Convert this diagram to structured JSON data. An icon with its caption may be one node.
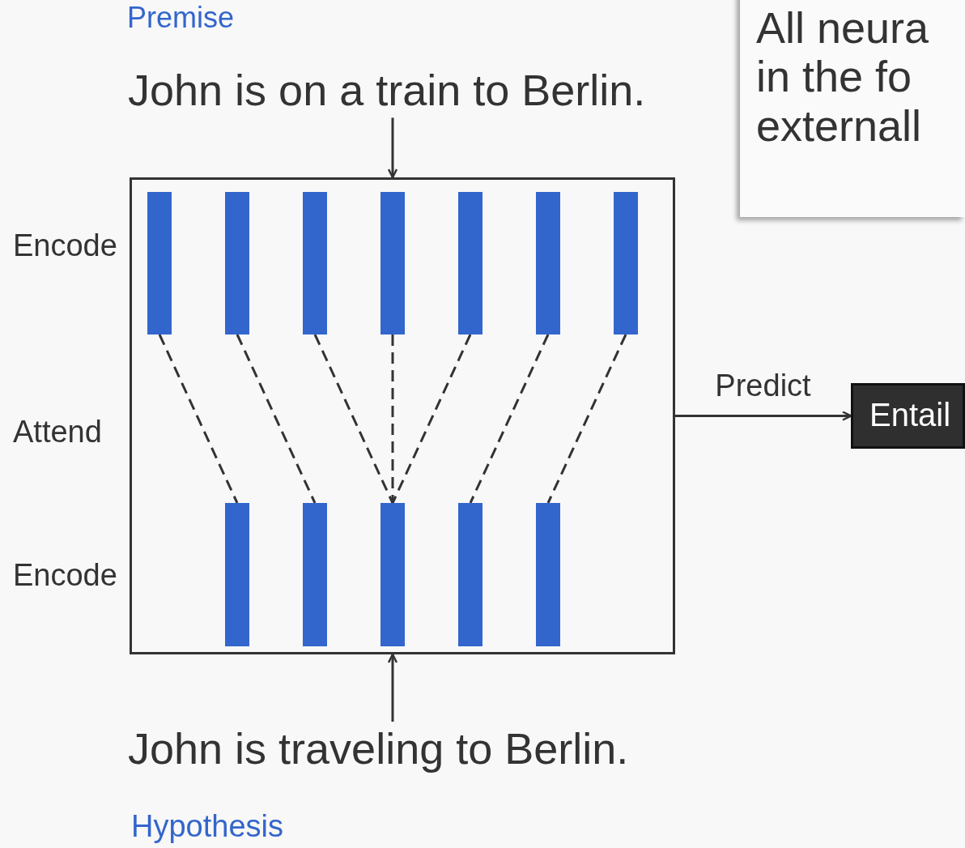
{
  "diagram": {
    "nodes": [
      {
        "text": [
          "John is on a train to Berlin."
        ]
      },
      {
        "text": [
          "All neura in the fo externall"
        ]
      },
      {
        "text": [],
        "shape": "box"
      },
      {
        "text": [],
        "shape": "bar",
        "in": 2
      },
      {
        "text": [],
        "shape": "bar",
        "in": 2
      },
      {
        "text": [],
        "shape": "bar",
        "in": 2
      },
      {
        "text": [],
        "shape": "bar",
        "in": 2
      },
      {
        "text": [],
        "shape": "bar",
        "in": 2
      },
      {
        "text": [],
        "shape": "bar",
        "in": 2
      },
      {
        "text": [],
        "shape": "bar",
        "in": 2
      },
      {
        "text": [],
        "shape": "bar",
        "in": 2
      },
      {
        "text": [],
        "shape": "bar",
        "in": 2
      },
      {
        "text": [],
        "shape": "bar",
        "in": 2
      },
      {
        "text": [],
        "shape": "bar",
        "in": 2
      },
      {
        "text": [],
        "shape": "bar",
        "in": 2
      },
      {
        "text": [
          "Entail"
        ]
      },
      {
        "text": [
          "John is traveling to Berlin."
        ]
      }
    ],
    "edges": [
      {
        "from": 0,
        "to": 2,
        "arrow": "to"
      },
      {
        "from": 2,
        "to": 15,
        "arrow": "to",
        "label": "Predict"
      },
      {
        "from": 16,
        "to": 2,
        "arrow": "to"
      },
      {
        "from": 3,
        "to": 10,
        "arrow": "none",
        "style": "dashed"
      },
      {
        "from": 4,
        "to": 11,
        "arrow": "none",
        "style": "dashed"
      },
      {
        "from": 5,
        "to": 12,
        "arrow": "none",
        "style": "dashed"
      },
      {
        "from": 6,
        "to": 12,
        "arrow": "none",
        "style": "dashed"
      },
      {
        "from": 7,
        "to": 12,
        "arrow": "none",
        "style": "dashed"
      },
      {
        "from": 8,
        "to": 13,
        "arrow": "none",
        "style": "dashed"
      },
      {
        "from": 9,
        "to": 14,
        "arrow": "none",
        "style": "dashed"
      }
    ],
    "labels": [
      "Premise",
      "Encode",
      "Attend",
      "Encode",
      "Hypothesis"
    ]
  }
}
